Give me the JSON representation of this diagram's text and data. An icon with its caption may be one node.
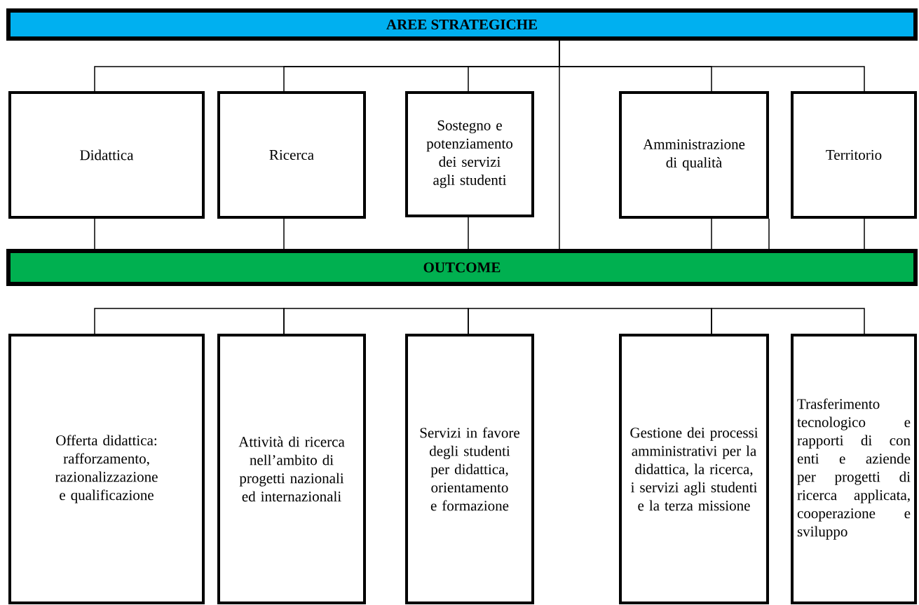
{
  "diagram": {
    "nodes": [
      {
        "text": [
          "AREE STRATEGICHE"
        ]
      },
      {
        "text": [
          "Didattica"
        ]
      },
      {
        "text": [
          "Ricerca"
        ]
      },
      {
        "text": [
          "Sostegno e potenziamento dei servizi agli studenti"
        ]
      },
      {
        "text": [
          "Amministrazione di qualità"
        ]
      },
      {
        "text": [
          "Territorio"
        ]
      },
      {
        "text": [
          "OUTCOME"
        ]
      },
      {
        "text": [
          "Offerta didattica: rafforzamento, razionalizzazione e qualificazione"
        ]
      },
      {
        "text": [
          "Attività di ricerca nell’ambito di progetti nazionali ed internazionali"
        ]
      },
      {
        "text": [
          "Servizi in favore degli studenti per didattica, orientamento e formazione"
        ]
      },
      {
        "text": [
          "Gestione dei processi amministrativi per la didattica, la ricerca, i servizi agli studenti e la terza missione"
        ]
      },
      {
        "text": [
          "Trasferimento tecnologico e rapporti di con enti e aziende per progetti di ricerca applicata, cooperazione e sviluppo"
        ]
      }
    ],
    "edges": [
      {
        "from": 0,
        "to": 1,
        "arrow": "none"
      },
      {
        "from": 0,
        "to": 2,
        "arrow": "none"
      },
      {
        "from": 0,
        "to": 3,
        "arrow": "none"
      },
      {
        "from": 0,
        "to": 4,
        "arrow": "none"
      },
      {
        "from": 0,
        "to": 5,
        "arrow": "none"
      },
      {
        "from": 0,
        "to": 6,
        "arrow": "none"
      },
      {
        "from": 1,
        "to": 6,
        "arrow": "none"
      },
      {
        "from": 2,
        "to": 6,
        "arrow": "none"
      },
      {
        "from": 3,
        "to": 6,
        "arrow": "none"
      },
      {
        "from": 4,
        "to": 6,
        "arrow": "none"
      },
      {
        "from": 4,
        "to": 6,
        "arrow": "none"
      },
      {
        "from": 5,
        "to": 6,
        "arrow": "none"
      },
      {
        "from": 7,
        "to": 8,
        "arrow": "none"
      },
      {
        "from": 8,
        "to": 9,
        "arrow": "none"
      },
      {
        "from": 9,
        "to": 10,
        "arrow": "none"
      },
      {
        "from": 10,
        "to": 11,
        "arrow": "none"
      }
    ]
  }
}
